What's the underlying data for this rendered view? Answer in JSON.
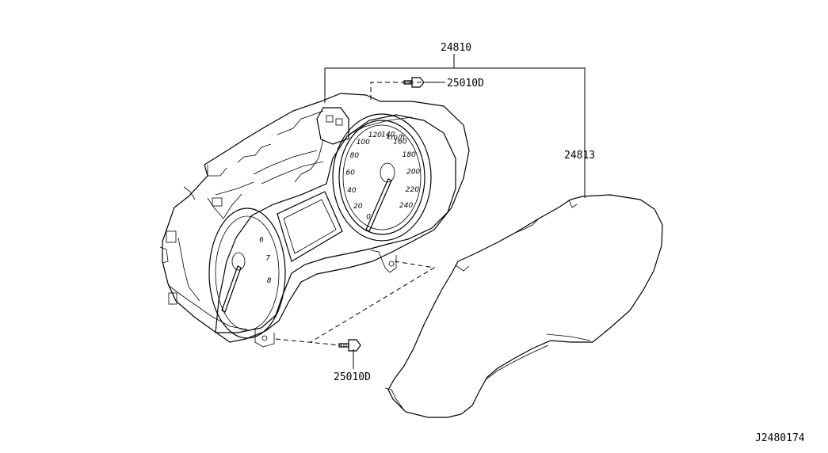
{
  "diagram": {
    "callouts": {
      "assembly": "24810",
      "cover": "24813",
      "screw_top": "25010D",
      "screw_bottom": "25010D"
    },
    "drawing_id": "J2480174",
    "speedometer_ticks": [
      "0",
      "20",
      "40",
      "60",
      "80",
      "100",
      "120",
      "140",
      "160",
      "180",
      "200",
      "220",
      "240"
    ],
    "speed_unit": "km/h",
    "tachometer_ticks": [
      "6",
      "7",
      "8"
    ]
  }
}
